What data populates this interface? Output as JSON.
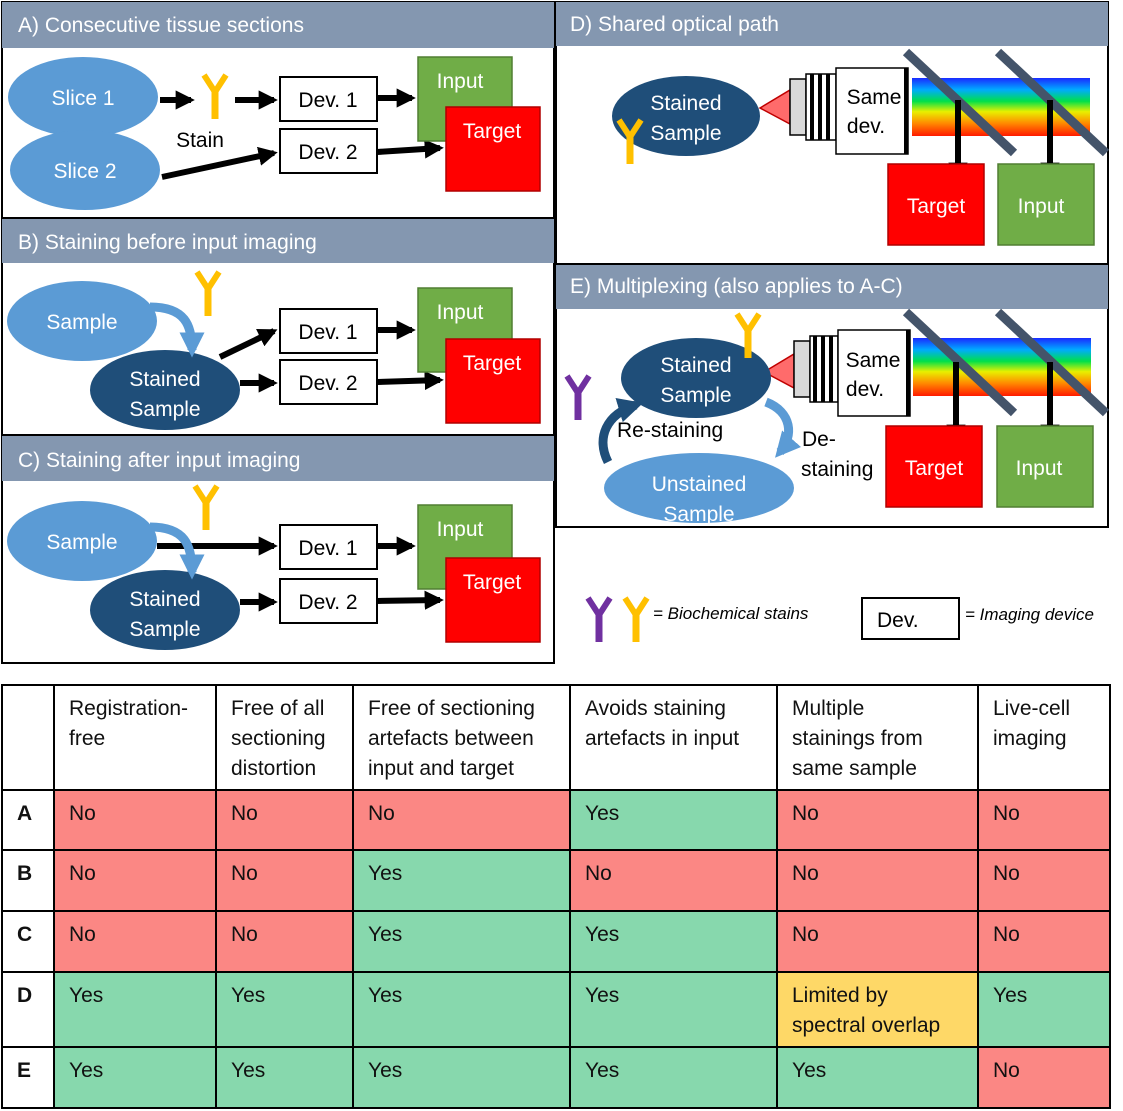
{
  "panels": {
    "a": {
      "title": "A) Consecutive tissue sections",
      "slice1": "Slice 1",
      "slice2": "Slice 2",
      "stain": "Stain",
      "dev1": "Dev. 1",
      "dev2": "Dev. 2",
      "input": "Input",
      "target": "Target"
    },
    "b": {
      "title": "B) Staining before input imaging",
      "sample": "Sample",
      "stained_line1": "Stained",
      "stained_line2": "Sample",
      "dev1": "Dev. 1",
      "dev2": "Dev. 2",
      "input": "Input",
      "target": "Target"
    },
    "c": {
      "title": "C) Staining after input imaging",
      "sample": "Sample",
      "stained_line1": "Stained",
      "stained_line2": "Sample",
      "dev1": "Dev. 1",
      "dev2": "Dev. 2",
      "input": "Input",
      "target": "Target"
    },
    "d": {
      "title": "D) Shared optical path",
      "stained_line1": "Stained",
      "stained_line2": "Sample",
      "device_line1": "Same",
      "device_line2": "dev.",
      "target": "Target",
      "input": "Input"
    },
    "e": {
      "title": "E) Multiplexing (also applies to A-C)",
      "stained_line1": "Stained",
      "stained_line2": "Sample",
      "unstained_line1": "Unstained",
      "unstained_line2": "Sample",
      "restaining": "Re-staining",
      "destaining_line1": "De-",
      "destaining_line2": "staining",
      "device_line1": "Same",
      "device_line2": "dev.",
      "target": "Target",
      "input": "Input"
    }
  },
  "legend": {
    "stains_text": "= Biochemical stains",
    "device_box": "Dev.",
    "device_text": "= Imaging device"
  },
  "colors": {
    "header": "#8497b0",
    "light_blue": "#5b9bd5",
    "dark_blue": "#1f4e79",
    "input_green": "#70ad47",
    "target_red": "#ff0000",
    "stain_yellow": "#ffc000",
    "stain_purple": "#7030a0",
    "yes": "#87d8ad",
    "no": "#fb8784",
    "limited": "#fed867"
  },
  "table": {
    "headers": [
      "",
      "Registration-\nfree",
      "Free of all\nsectioning\ndistortion",
      "Free of sectioning\nartefacts between\ninput and target",
      "Avoids  staining\nartefacts in input",
      "Multiple\nstainings from\nsame sample",
      "Live-cell\nimaging"
    ],
    "rows": [
      {
        "label": "A",
        "cells": [
          {
            "text": "No",
            "status": "no"
          },
          {
            "text": "No",
            "status": "no"
          },
          {
            "text": "No",
            "status": "no"
          },
          {
            "text": "Yes",
            "status": "yes"
          },
          {
            "text": "No",
            "status": "no"
          },
          {
            "text": "No",
            "status": "no"
          }
        ]
      },
      {
        "label": "B",
        "cells": [
          {
            "text": "No",
            "status": "no"
          },
          {
            "text": "No",
            "status": "no"
          },
          {
            "text": "Yes",
            "status": "yes"
          },
          {
            "text": "No",
            "status": "no"
          },
          {
            "text": "No",
            "status": "no"
          },
          {
            "text": "No",
            "status": "no"
          }
        ]
      },
      {
        "label": "C",
        "cells": [
          {
            "text": "No",
            "status": "no"
          },
          {
            "text": "No",
            "status": "no"
          },
          {
            "text": "Yes",
            "status": "yes"
          },
          {
            "text": "Yes",
            "status": "yes"
          },
          {
            "text": "No",
            "status": "no"
          },
          {
            "text": "No",
            "status": "no"
          }
        ]
      },
      {
        "label": "D",
        "cells": [
          {
            "text": "Yes",
            "status": "yes"
          },
          {
            "text": "Yes",
            "status": "yes"
          },
          {
            "text": "Yes",
            "status": "yes"
          },
          {
            "text": "Yes",
            "status": "yes"
          },
          {
            "text": "Limited by\nspectral overlap",
            "status": "lim"
          },
          {
            "text": "Yes",
            "status": "yes"
          }
        ]
      },
      {
        "label": "E",
        "cells": [
          {
            "text": "Yes",
            "status": "yes"
          },
          {
            "text": "Yes",
            "status": "yes"
          },
          {
            "text": "Yes",
            "status": "yes"
          },
          {
            "text": "Yes",
            "status": "yes"
          },
          {
            "text": "Yes",
            "status": "yes"
          },
          {
            "text": "No",
            "status": "no"
          }
        ]
      }
    ]
  }
}
